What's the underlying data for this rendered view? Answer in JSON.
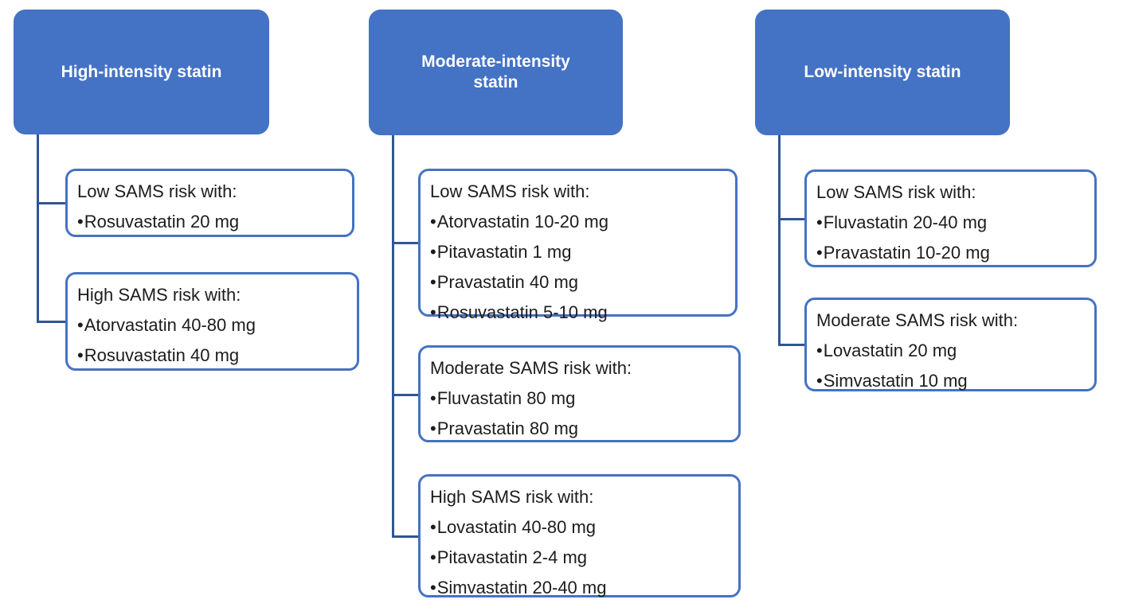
{
  "diagram": {
    "bullet": "•",
    "colors": {
      "header_fill": "#4472c4",
      "header_text": "#ffffff",
      "box_border": "#4472c4",
      "connector": "#2f5597",
      "body_text": "#1c1c1c",
      "background": "#ffffff"
    },
    "columns": [
      {
        "header": "High-intensity statin",
        "boxes": [
          {
            "title": "Low SAMS risk with:",
            "items": [
              "Rosuvastatin 20 mg"
            ]
          },
          {
            "title": "High SAMS risk with:",
            "items": [
              "Atorvastatin 40-80 mg",
              "Rosuvastatin 40 mg"
            ]
          }
        ]
      },
      {
        "header": "Moderate-intensity statin",
        "boxes": [
          {
            "title": "Low SAMS risk with:",
            "items": [
              "Atorvastatin 10-20 mg",
              "Pitavastatin 1 mg",
              "Pravastatin 40 mg",
              "Rosuvastatin 5-10 mg"
            ]
          },
          {
            "title": "Moderate SAMS risk with:",
            "items": [
              "Fluvastatin 80 mg",
              "Pravastatin 80 mg"
            ]
          },
          {
            "title": "High SAMS risk with:",
            "items": [
              "Lovastatin 40-80 mg",
              "Pitavastatin 2-4 mg",
              "Simvastatin 20-40 mg"
            ]
          }
        ]
      },
      {
        "header": "Low-intensity statin",
        "boxes": [
          {
            "title": "Low SAMS risk with:",
            "items": [
              "Fluvastatin 20-40 mg",
              "Pravastatin 10-20 mg"
            ]
          },
          {
            "title": "Moderate SAMS risk with:",
            "items": [
              "Lovastatin 20 mg",
              "Simvastatin 10 mg"
            ]
          }
        ]
      }
    ]
  }
}
